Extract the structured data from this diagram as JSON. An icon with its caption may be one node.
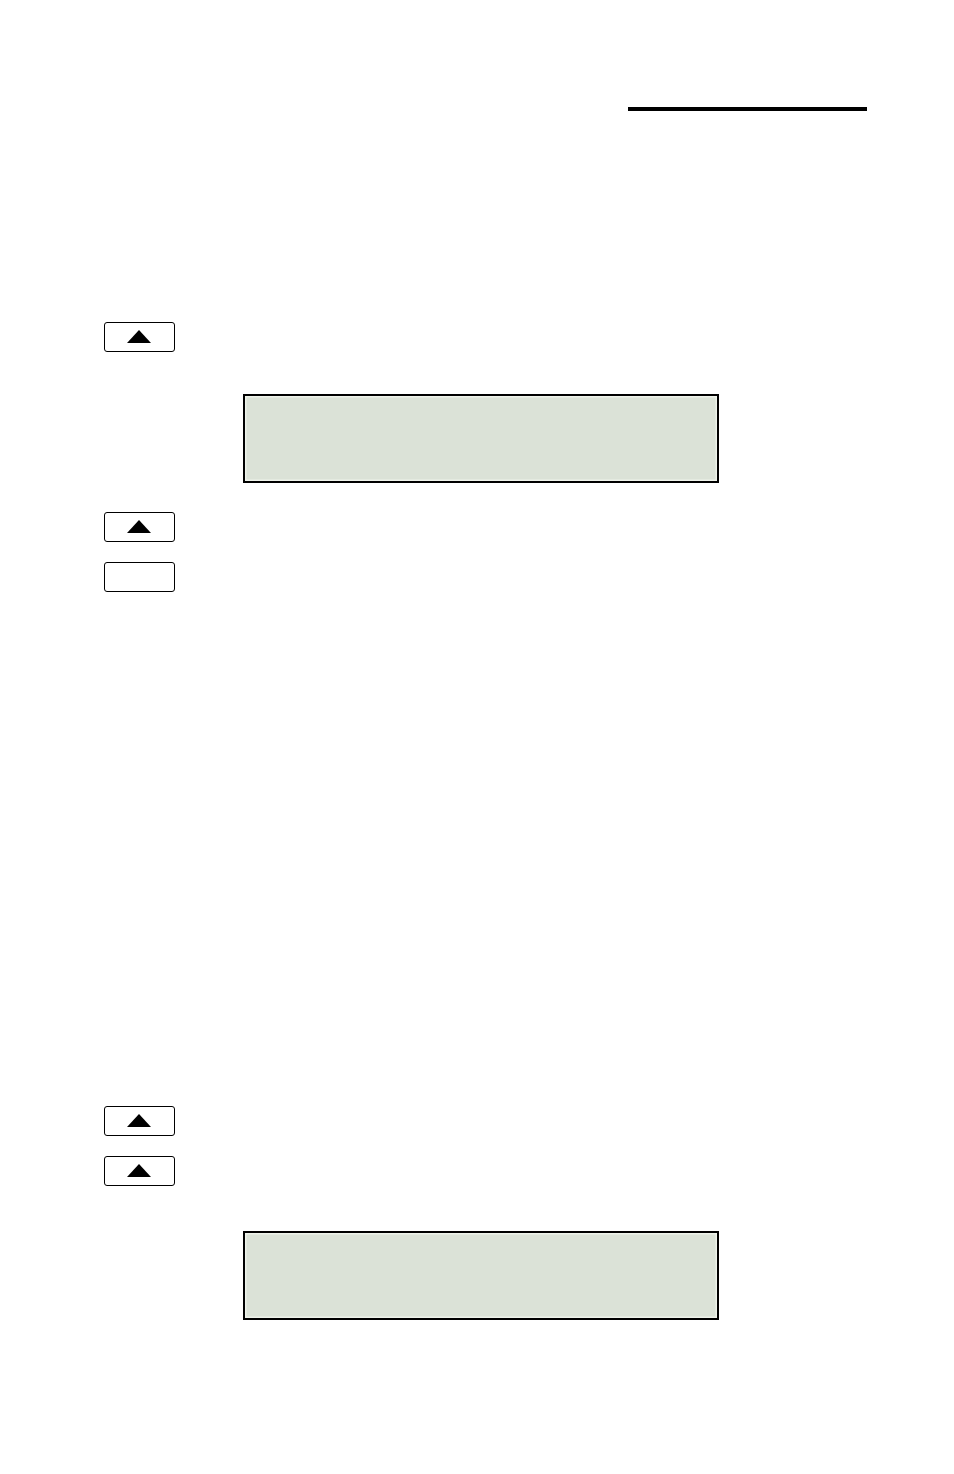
{
  "diagram": {
    "nodes": [
      {
        "text": [],
        "shape": "button"
      },
      {
        "text": [],
        "shape": "box"
      },
      {
        "text": [],
        "shape": "button"
      },
      {
        "text": [],
        "shape": "button"
      },
      {
        "text": [],
        "shape": "button"
      },
      {
        "text": [],
        "shape": "button"
      },
      {
        "text": [],
        "shape": "box"
      }
    ]
  }
}
